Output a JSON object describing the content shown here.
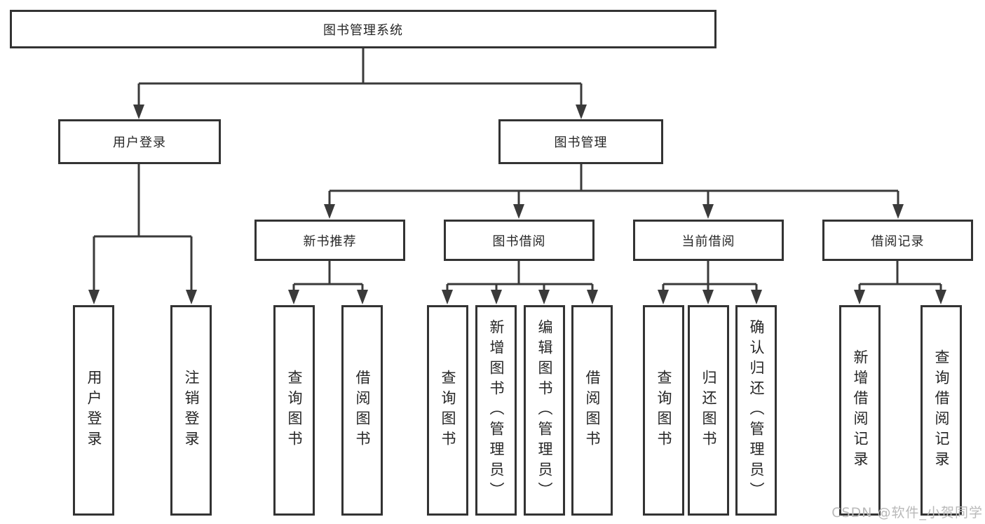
{
  "diagram": {
    "root": {
      "label": "图书管理系统"
    },
    "branches": {
      "user_login": {
        "label": "用户登录",
        "children": [
          {
            "label": "用户登录"
          },
          {
            "label": "注销登录"
          }
        ]
      },
      "book_management": {
        "label": "图书管理",
        "children": [
          {
            "label": "新书推荐",
            "children": [
              {
                "label": "查询图书"
              },
              {
                "label": "借阅图书"
              }
            ]
          },
          {
            "label": "图书借阅",
            "children": [
              {
                "label": "查询图书"
              },
              {
                "label": "新增图书（管理员）"
              },
              {
                "label": "编辑图书（管理员）"
              },
              {
                "label": "借阅图书"
              }
            ]
          },
          {
            "label": "当前借阅",
            "children": [
              {
                "label": "查询图书"
              },
              {
                "label": "归还图书"
              },
              {
                "label": "确认归还（管理员）"
              }
            ]
          },
          {
            "label": "借阅记录",
            "children": [
              {
                "label": "新增借阅记录"
              },
              {
                "label": "查询借阅记录"
              }
            ]
          }
        ]
      }
    }
  },
  "colors": {
    "line": "#3a3a3a",
    "box_border": "#333333",
    "box_fill": "#ffffff",
    "text": "#262626",
    "watermark": "#b9b9b9"
  },
  "watermark": {
    "text": "CSDN @软件_小贺同学"
  }
}
